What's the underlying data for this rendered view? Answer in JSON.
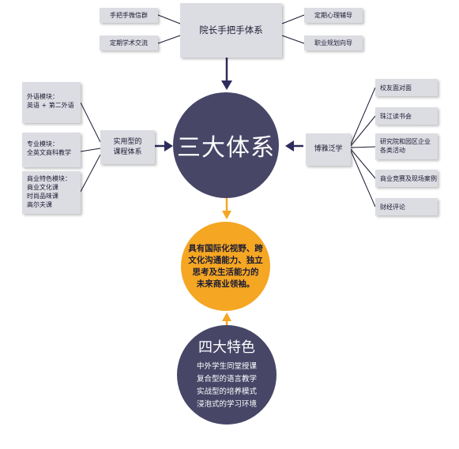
{
  "top": {
    "title": "院长手把手体系",
    "left_items": [
      "手把手微信群",
      "定期学术交流"
    ],
    "right_items": [
      "定期心理辅导",
      "职业规划向导"
    ]
  },
  "core": {
    "label": "三大体系"
  },
  "left": {
    "hub": "实用型的\n课程体系",
    "modules": [
      "外语模块：\n英语 + 第二外语",
      "专业模块：\n全英文商科教学",
      "商业特色模块：\n商业文化课\n时尚品味课\n高尔夫课"
    ]
  },
  "right": {
    "hub": "博雅泛学",
    "items": [
      "校友面对面",
      "珠江读书会",
      "研究院和园区企业\n各类活动",
      "商业竞赛及现场案例",
      "财经评论"
    ]
  },
  "goal": {
    "text": "具有国际化视野、跨\n文化沟通能力、独立\n思考及生活能力的\n未来商业领袖。"
  },
  "features": {
    "title": "四大特色",
    "items": [
      "中外学生同堂授课",
      "复合型的语言教学",
      "实战型的培养模式",
      "浸泡式的学习环境"
    ]
  },
  "colors": {
    "navy": "#474667",
    "orange": "#f5a623",
    "box": "#dcdce3",
    "line": "#1b1b33"
  }
}
